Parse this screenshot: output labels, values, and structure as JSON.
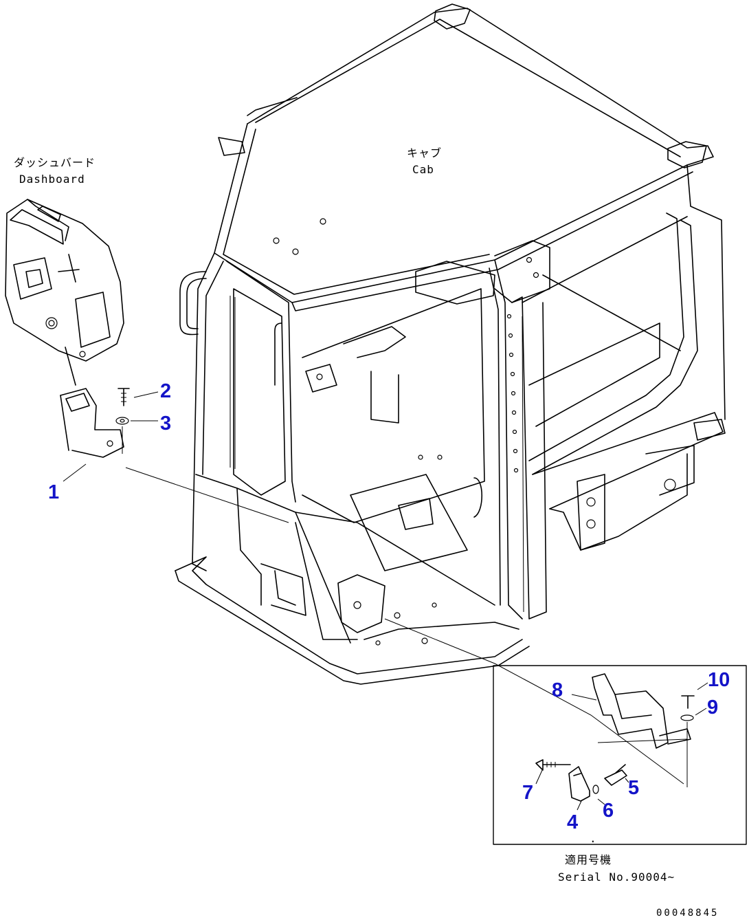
{
  "labels": {
    "cab_jp": "キャブ",
    "cab_en": "Cab",
    "dashboard_jp": "ダッシュバード",
    "dashboard_en": "Dashboard",
    "serial_jp": "適用号機",
    "serial_en": "Serial No.90004~",
    "drawing_code": "00048845"
  },
  "callouts": [
    "1",
    "2",
    "3",
    "4",
    "5",
    "6",
    "7",
    "8",
    "9",
    "10"
  ],
  "colors": {
    "callout": "#1414c8",
    "line": "#000000",
    "background": "#ffffff"
  }
}
